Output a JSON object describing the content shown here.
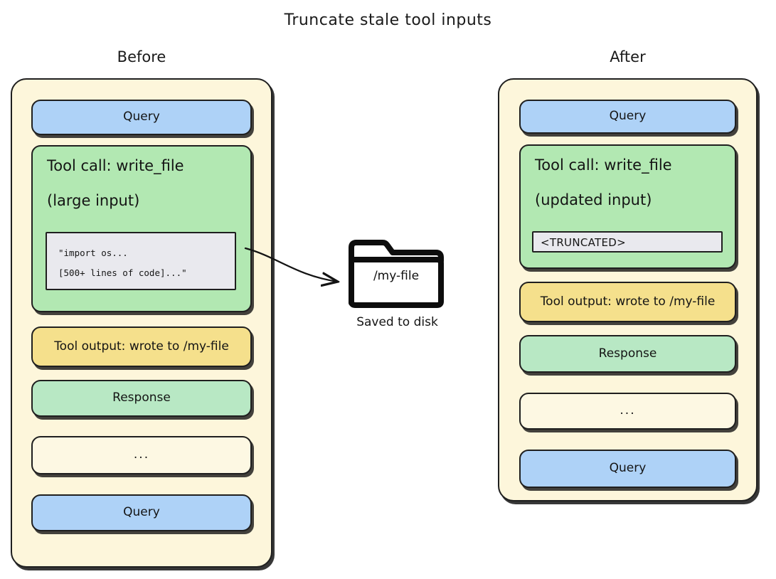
{
  "title": "Truncate stale tool inputs",
  "colors": {
    "background": "#ffffff",
    "container_fill": "#fdf6db",
    "query_fill": "#aed2f7",
    "toolcall_fill": "#b2e8b2",
    "response_fill": "#b8e8c4",
    "output_fill": "#f5e08c",
    "code_fill": "#e9e9ee",
    "stroke": "#1f1f1f"
  },
  "before": {
    "heading": "Before",
    "blocks": {
      "query_top": "Query",
      "toolcall_title": "Tool call: write_file",
      "toolcall_subtitle": "(large input)",
      "code_line_1": "\"import os...",
      "code_line_2": "[500+ lines of code]...\"",
      "tool_output": "Tool output: wrote to /my-file",
      "response": "Response",
      "ellipsis": "...",
      "query_bottom": "Query"
    }
  },
  "after": {
    "heading": "After",
    "blocks": {
      "query_top": "Query",
      "toolcall_title": "Tool call: write_file",
      "toolcall_subtitle": "(updated input)",
      "truncated": "<TRUNCATED>",
      "tool_output": "Tool output: wrote to /my-file",
      "response": "Response",
      "ellipsis": "...",
      "query_bottom": "Query"
    }
  },
  "disk": {
    "folder_label": "/my-file",
    "caption": "Saved to disk"
  }
}
